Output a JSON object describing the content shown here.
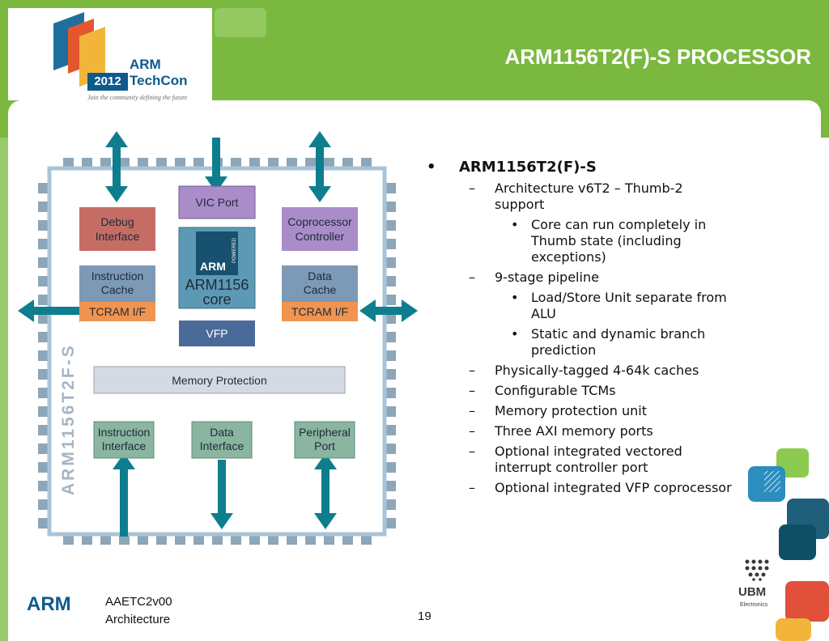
{
  "header": {
    "title": "ARM1156T2(F)-S PROCESSOR",
    "logo": {
      "year": "2012",
      "brand": "ARM",
      "product": "TechCon",
      "tagline": "Join the community defining the future"
    }
  },
  "diagram": {
    "side_label": "ARM1156T2F-S",
    "blocks": {
      "vic_port": "VIC Port",
      "debug": [
        "Debug",
        "Interface"
      ],
      "coprocessor": [
        "Coprocessor",
        "Controller"
      ],
      "icache": [
        "Instruction",
        "Cache"
      ],
      "tcram_left": "TCRAM I/F",
      "core_badge": "ARM",
      "core_powered": "POWERED",
      "core": [
        "ARM1156",
        "core"
      ],
      "dcache": [
        "Data",
        "Cache"
      ],
      "tcram_right": "TCRAM I/F",
      "vfp": "VFP",
      "memprot": "Memory Protection",
      "iif": [
        "Instruction",
        "Interface"
      ],
      "dif": [
        "Data",
        "Interface"
      ],
      "pport": [
        "Peripheral",
        "Port"
      ]
    },
    "colors": {
      "frame": "#a9c4d9",
      "arrow": "#0e7e8e",
      "pin": "#8da6b8",
      "debug": "#c56d65",
      "purple": "#a98cc8",
      "slate": "#7c9ab6",
      "tcram": "#f0944f",
      "core": "#5c99b4",
      "vfp": "#4a6b99",
      "memprot": "#d5dae2",
      "green": "#8ab5a0"
    }
  },
  "bullets": {
    "heading": "ARM1156T2(F)-S",
    "items": [
      {
        "text": "Architecture v6T2 – Thumb-2 support",
        "sub": [
          "Core can run completely in Thumb state (including exceptions)"
        ]
      },
      {
        "text": "9-stage pipeline",
        "sub": [
          "Load/Store Unit separate from ALU",
          "Static and dynamic branch prediction"
        ]
      },
      {
        "text": "Physically-tagged 4-64k caches",
        "sub": []
      },
      {
        "text": "Configurable TCMs",
        "sub": []
      },
      {
        "text": "Memory protection unit",
        "sub": []
      },
      {
        "text": "Three AXI memory ports",
        "sub": []
      },
      {
        "text": "Optional integrated vectored interrupt controller port",
        "sub": []
      },
      {
        "text": "Optional integrated VFP coprocessor",
        "sub": []
      }
    ],
    "marks": {
      "l1": "•",
      "l2": "–",
      "l3": "•"
    }
  },
  "footer": {
    "brand": "ARM",
    "code": "AAETC2v00",
    "subtitle": "Architecture",
    "page": "19",
    "partner": "UBM",
    "partner_sub": "Electronics"
  }
}
